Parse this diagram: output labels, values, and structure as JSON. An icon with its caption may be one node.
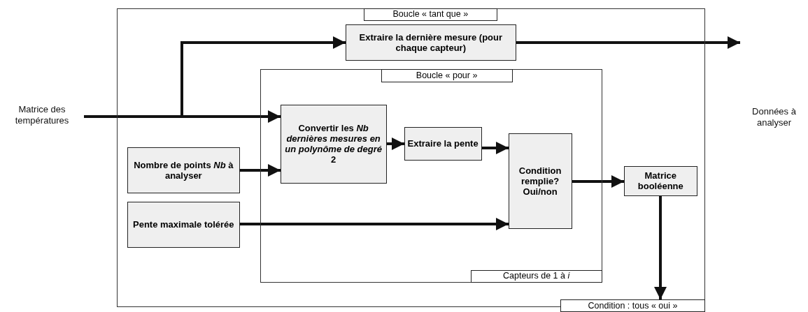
{
  "diagram": {
    "nodes": [
      {
        "text": [],
        "shape": "box"
      },
      {
        "text": [
          "Matrice des températures"
        ]
      },
      {
        "text": [
          "Boucle « tant que »"
        ],
        "in": 0
      },
      {
        "text": [
          "Extraire la dernière mesure (pour chaque capteur)"
        ],
        "in": 0
      },
      {
        "text": [
          "Données à analyser"
        ]
      },
      {
        "text": [],
        "shape": "box",
        "in": 0
      },
      {
        "text": [
          "Boucle « pour »"
        ],
        "in": 5
      },
      {
        "text": [
          "Nombre de points *Nb* à analyser"
        ],
        "in": 0
      },
      {
        "text": [
          "Pente maximale tolérée"
        ],
        "in": 0
      },
      {
        "text": [
          "Convertir les *Nb* *dernières mesures en un polynôme de degré* 2"
        ],
        "in": 5
      },
      {
        "text": [
          "Extraire la pente"
        ],
        "in": 5
      },
      {
        "text": [
          "Condition remplie? Oui/non"
        ],
        "in": 5
      },
      {
        "text": [
          "Matrice booléenne"
        ],
        "in": 0
      },
      {
        "text": [
          "Capteurs de 1 à *i*"
        ],
        "in": 5
      },
      {
        "text": [
          "Condition : tous « oui »"
        ]
      }
    ],
    "edges": [
      {
        "from": 1,
        "to": 3,
        "arrow": "to"
      },
      {
        "from": 1,
        "to": 9,
        "arrow": "to"
      },
      {
        "from": 3,
        "to": 4,
        "arrow": "to"
      },
      {
        "from": 7,
        "to": 9,
        "arrow": "to"
      },
      {
        "from": 9,
        "to": 10,
        "arrow": "to"
      },
      {
        "from": 10,
        "to": 11,
        "arrow": "to"
      },
      {
        "from": 8,
        "to": 11,
        "arrow": "to"
      },
      {
        "from": 11,
        "to": 12,
        "arrow": "to"
      },
      {
        "from": 12,
        "to": 14,
        "arrow": "to"
      }
    ]
  }
}
